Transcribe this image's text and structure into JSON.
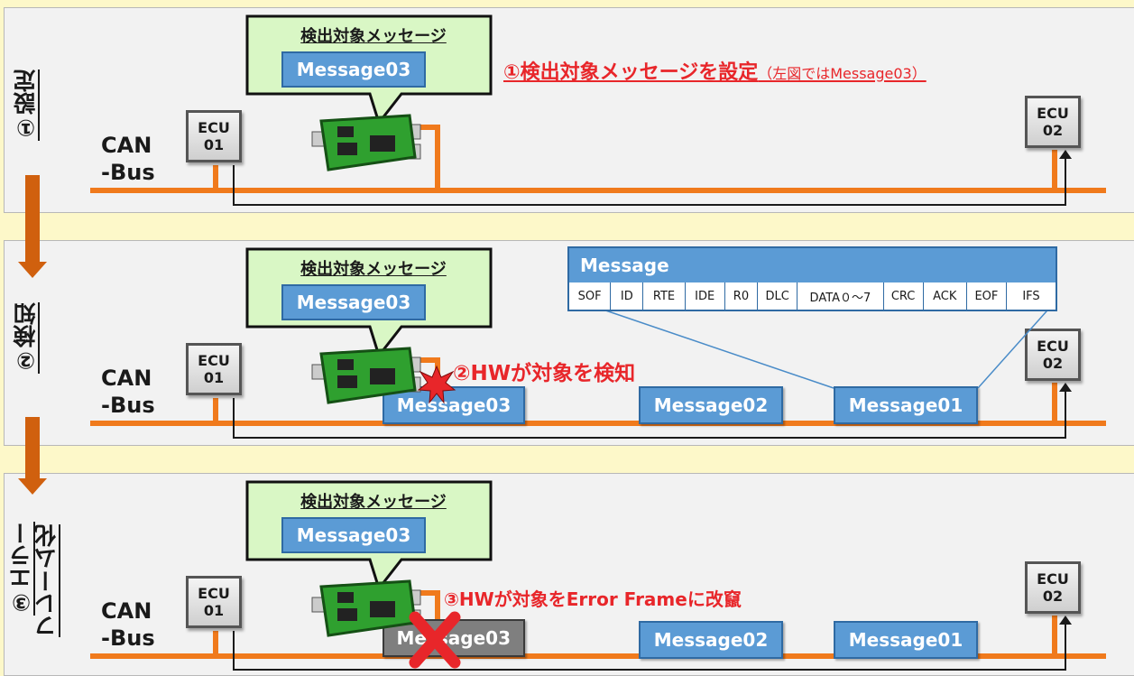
{
  "panels": [
    {
      "title": "①設定",
      "callout_title": "検出対象メッセージ",
      "callout_message": "Message03"
    },
    {
      "title": "②検知",
      "callout_title": "検出対象メッセージ",
      "callout_message": "Message03"
    },
    {
      "title_line1": "③エラー",
      "title_line2": "フレーム化",
      "callout_title": "検出対象メッセージ",
      "callout_message": "Message03"
    }
  ],
  "can_label": "CAN\n-Bus",
  "ecu1": "ECU\n01",
  "ecu2": "ECU\n02",
  "note1": {
    "main": "①検出対象メッセージを設定",
    "sub": "（左図ではMessage03）"
  },
  "note2": "②HWが対象を検知",
  "note3": "③HWが対象をError Frameに改竄",
  "bus_messages": {
    "m3": "Message03",
    "m2": "Message02",
    "m1": "Message01",
    "m3_tampered": "Message03"
  },
  "frame": {
    "title": "Message",
    "fields": [
      "SOF",
      "ID",
      "RTE",
      "IDE",
      "R0",
      "DLC",
      "DATA０～7",
      "CRC",
      "ACK",
      "EOF",
      "IFS"
    ]
  },
  "colors": {
    "bus": "#f07a1c",
    "message": "#5b9bd5",
    "callout": "#d9f7c5",
    "alert": "#e8262a",
    "arrow": "#d0600e"
  }
}
